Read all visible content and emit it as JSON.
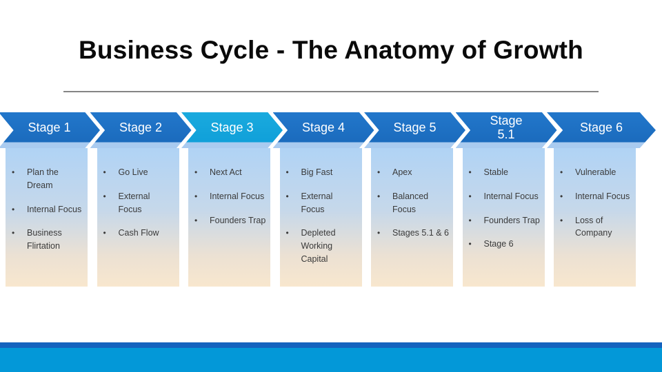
{
  "title": "Business Cycle - The Anatomy of Growth",
  "colors": {
    "arrow_blue": "#1B6BBD",
    "arrow_highlight_cyan": "#10A0D9",
    "arrow_bottom_bevel": "#A9CBF0",
    "column_gradient_top": "#B0D3F5",
    "column_gradient_bottom": "#F8E7CE",
    "footer_accent_strip": "#1563BE",
    "footer_bar": "#0398D8",
    "divider_gray": "#858585"
  },
  "stages": [
    {
      "label": "Stage 1",
      "bullets": [
        "Plan the Dream",
        "Internal Focus",
        "Business Flirtation"
      ]
    },
    {
      "label": "Stage 2",
      "bullets": [
        "Go Live",
        "External Focus",
        "Cash Flow"
      ]
    },
    {
      "label": "Stage 3",
      "bullets": [
        "Next Act",
        "Internal Focus",
        "Founders Trap"
      ]
    },
    {
      "label": "Stage 4",
      "bullets": [
        "Big Fast",
        "External Focus",
        "Depleted Working Capital"
      ]
    },
    {
      "label": "Stage 5",
      "bullets": [
        "Apex",
        "Balanced Focus",
        "Stages 5.1 & 6"
      ]
    },
    {
      "label": "Stage 5.1",
      "bullets": [
        "Stable",
        "Internal Focus",
        "Founders Trap",
        "Stage 6"
      ]
    },
    {
      "label": "Stage 6",
      "bullets": [
        "Vulnerable",
        "Internal Focus",
        "Loss of Company"
      ]
    }
  ]
}
